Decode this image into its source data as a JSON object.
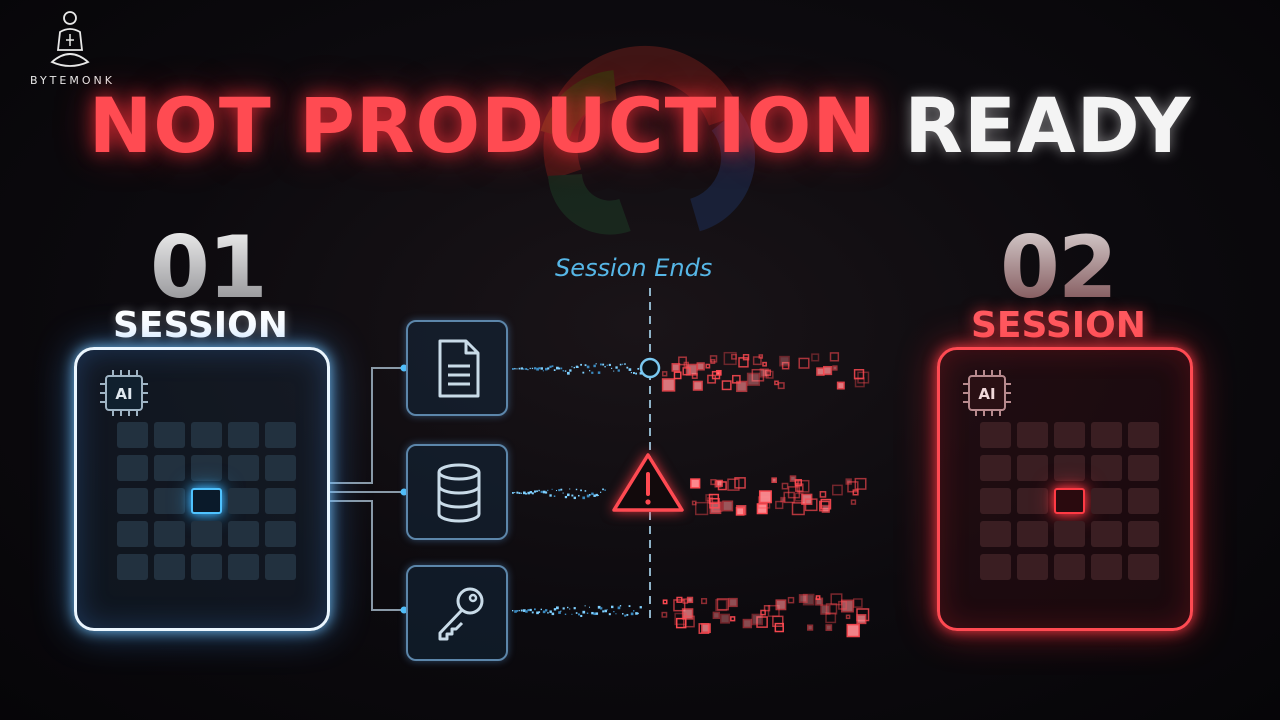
{
  "brand": {
    "name": "BYTEMONK",
    "icon": "meditating-monk-icon"
  },
  "background_logo": "google-cloud-logo",
  "headline": {
    "red_part": "NOT PRODUCTION",
    "white_part": "READY"
  },
  "session_ends_label": "Session Ends",
  "sessions": [
    {
      "number": "01",
      "label": "SESSION",
      "chip_label": "AI",
      "state": "active",
      "accent": "#4fc3ff"
    },
    {
      "number": "02",
      "label": "SESSION",
      "chip_label": "AI",
      "state": "reset",
      "accent": "#ff3a44"
    }
  ],
  "resources": [
    {
      "icon": "document-icon"
    },
    {
      "icon": "database-icon"
    },
    {
      "icon": "key-icon"
    }
  ],
  "markers": {
    "checkpoint": "circle",
    "warning": "warning-triangle-icon"
  },
  "colors": {
    "blue": "#4fc3ff",
    "red": "#ff4b52",
    "background": "#0c0a0e"
  }
}
